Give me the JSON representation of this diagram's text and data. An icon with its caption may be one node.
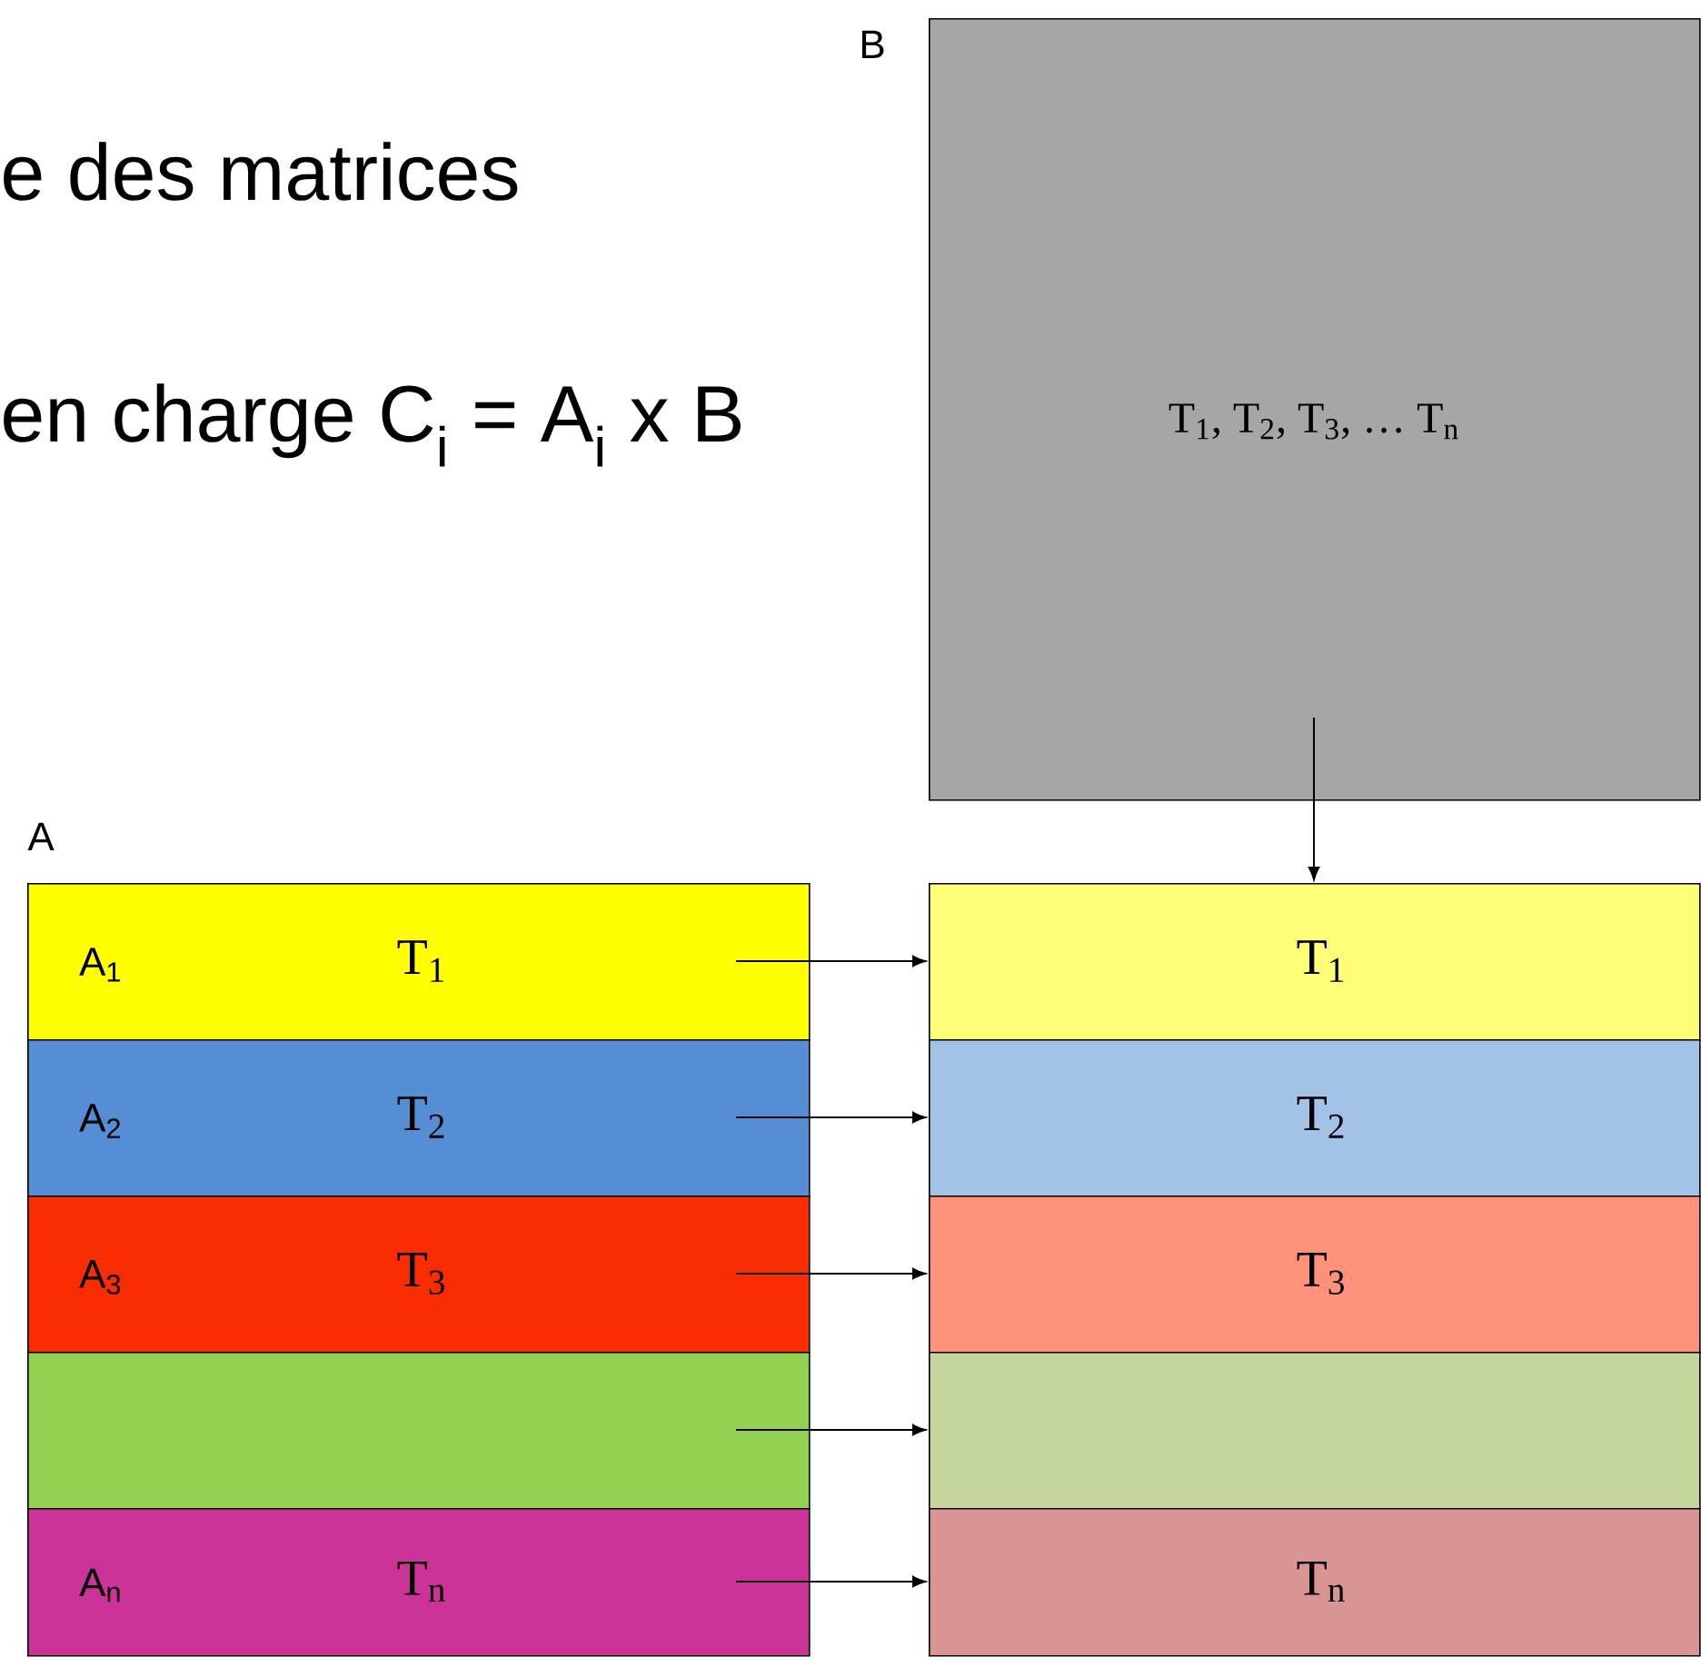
{
  "diagram": {
    "nodes": [
      {
        "text": [
          "B",
          "T$_{1}$, T$_{2}$, T$_{3}$, … T$_{n}$"
        ]
      },
      {
        "text": [
          "A$_{1}$",
          "T$_{1}$"
        ]
      },
      {
        "text": [
          "A$_{2}$",
          "T$_{2}$"
        ]
      },
      {
        "text": [
          "A$_{3}$",
          "T$_{3}$"
        ]
      },
      {
        "text": [],
        "shape": "bar"
      },
      {
        "text": [
          "A$_{n}$",
          "T$_{n}$"
        ]
      },
      {
        "text": [
          "T$_{1}$"
        ]
      },
      {
        "text": [
          "T$_{2}$"
        ]
      },
      {
        "text": [
          "T$_{3}$"
        ]
      },
      {
        "text": [],
        "shape": "bar"
      },
      {
        "text": [
          "T$_{n}$"
        ]
      }
    ],
    "edges": [
      {
        "from": 0,
        "to": 6,
        "arrow": "to"
      },
      {
        "from": 1,
        "to": 6,
        "arrow": "to"
      },
      {
        "from": 2,
        "to": 7,
        "arrow": "to"
      },
      {
        "from": 3,
        "to": 8,
        "arrow": "to"
      },
      {
        "from": 4,
        "to": 9,
        "arrow": "to"
      },
      {
        "from": 5,
        "to": 10,
        "arrow": "to"
      }
    ],
    "labels": [
      "e des matrices",
      "en charge C$_{i}$ = A$_{i}$ x B",
      "A"
    ]
  }
}
